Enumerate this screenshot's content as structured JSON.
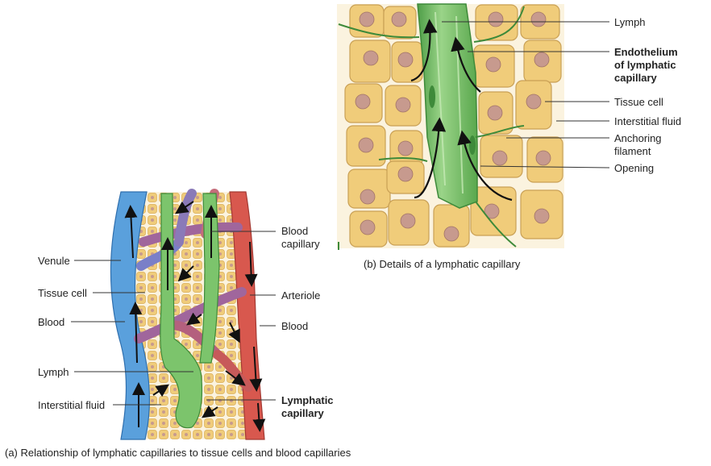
{
  "panel_a": {
    "caption": "(a) Relationship of lymphatic capillaries to tissue cells and blood capillaries",
    "labels": {
      "venule": "Venule",
      "tissue_cell": "Tissue cell",
      "blood_left": "Blood",
      "lymph": "Lymph",
      "interstitial_fluid": "Interstitial fluid",
      "blood_capillary_line1": "Blood",
      "blood_capillary_line2": "capillary",
      "arteriole": "Arteriole",
      "blood_right": "Blood",
      "lymphatic_capillary_line1": "Lymphatic",
      "lymphatic_capillary_line2": "capillary"
    }
  },
  "panel_b": {
    "caption": "(b) Details of a lymphatic capillary",
    "labels": {
      "lymph": "Lymph",
      "endothelium_line1": "Endothelium",
      "endothelium_line2": "of lymphatic",
      "endothelium_line3": "capillary",
      "tissue_cell": "Tissue cell",
      "interstitial_fluid": "Interstitial fluid",
      "anchoring_line1": "Anchoring",
      "anchoring_line2": "filament",
      "opening": "Opening"
    }
  },
  "colors": {
    "tissue_cell": "#f0cc7a",
    "nucleus": "#c79a8e",
    "lymphatic": "#7cc46c",
    "venule": "#5aa0dc",
    "arteriole": "#d8584e",
    "capillary_mix": "#a0669c"
  }
}
